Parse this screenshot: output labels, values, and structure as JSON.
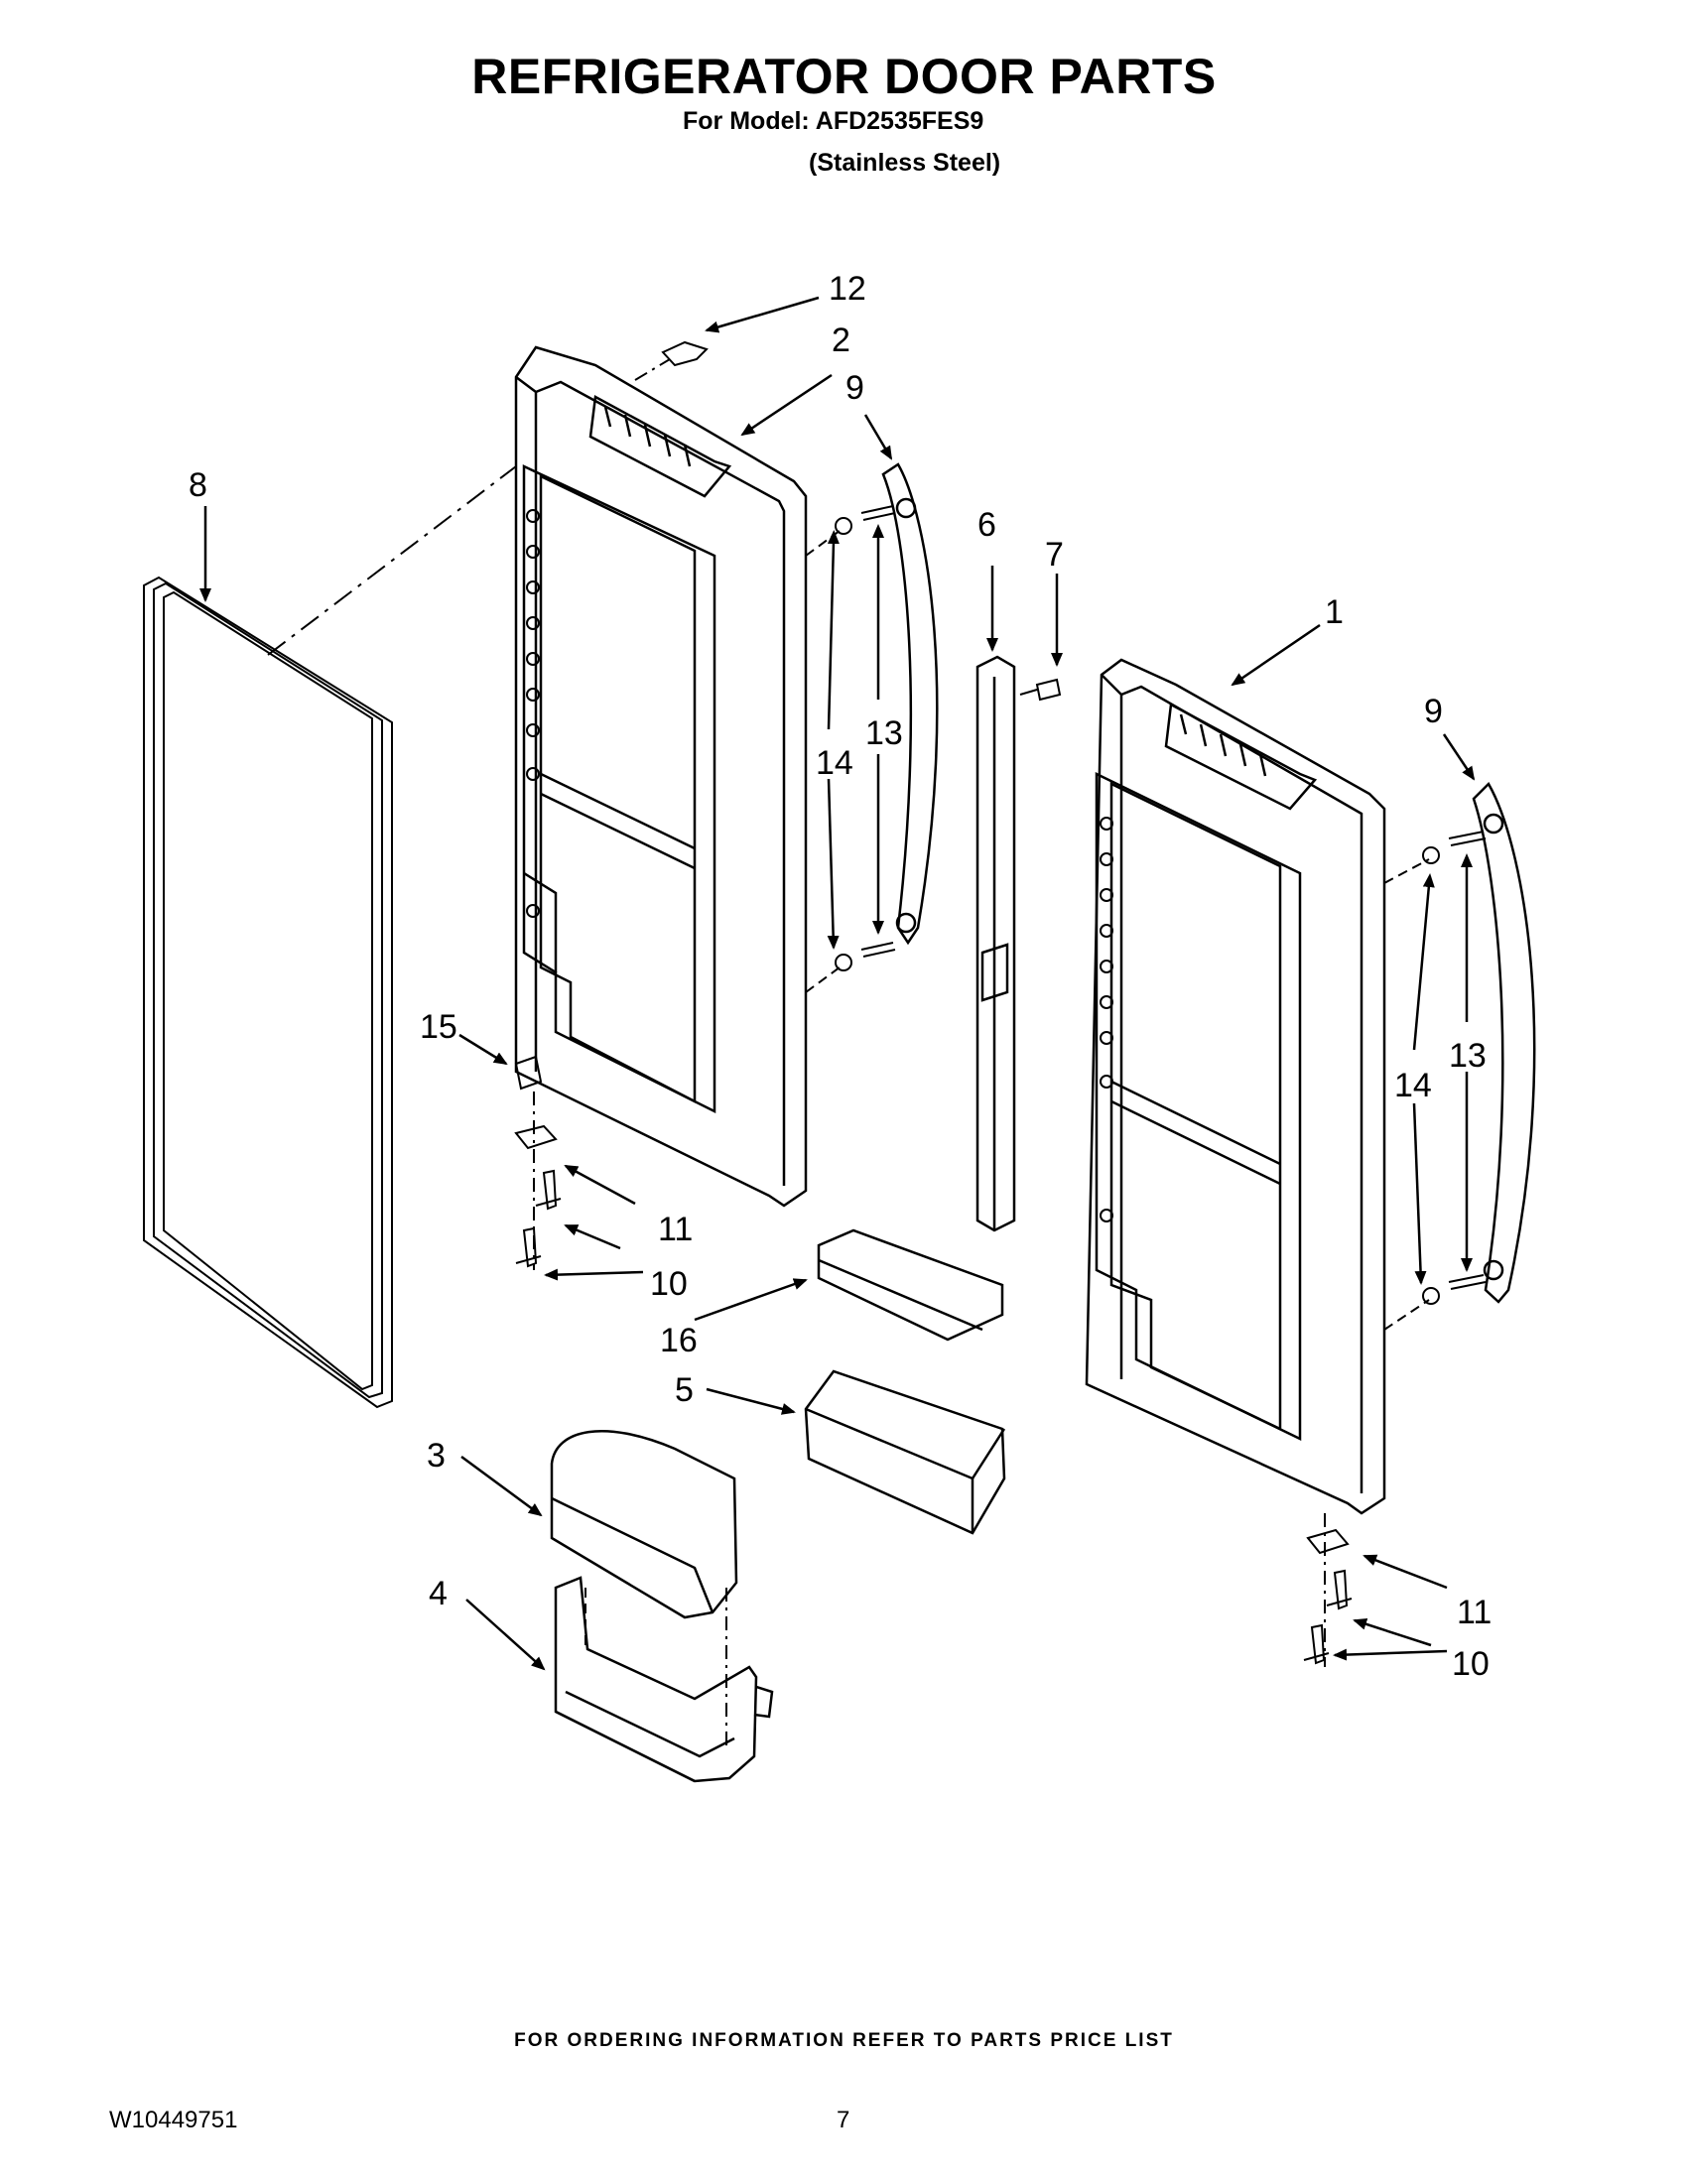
{
  "header": {
    "title": "REFRIGERATOR DOOR PARTS",
    "model_line": "For Model: AFD2535FES9",
    "finish_line": "(Stainless Steel)"
  },
  "callouts": {
    "c1": "1",
    "c2": "2",
    "c3": "3",
    "c4": "4",
    "c5": "5",
    "c6": "6",
    "c7": "7",
    "c8": "8",
    "c9a": "9",
    "c9b": "9",
    "c10a": "10",
    "c10b": "10",
    "c11a": "11",
    "c11b": "11",
    "c12": "12",
    "c13a": "13",
    "c13b": "13",
    "c14a": "14",
    "c14b": "14",
    "c15": "15",
    "c16": "16"
  },
  "footer": {
    "ordering_note": "FOR ORDERING INFORMATION REFER TO PARTS PRICE LIST",
    "document_number": "W10449751",
    "page_number": "7"
  }
}
